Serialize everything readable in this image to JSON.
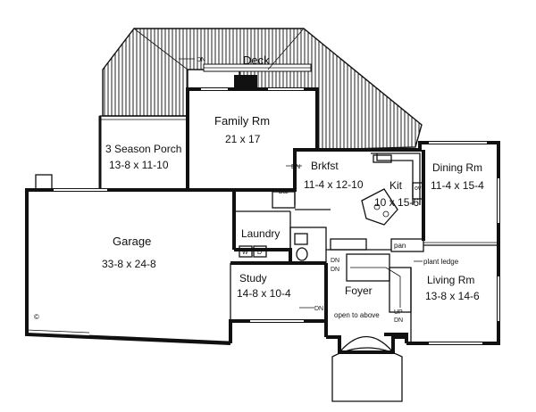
{
  "rooms": {
    "deck": {
      "name": "Deck"
    },
    "family": {
      "name": "Family Rm",
      "dims": "21 x 17"
    },
    "porch": {
      "name": "3 Season Porch",
      "dims": "13-8 x 11-10"
    },
    "breakfast": {
      "name": "Brkfst",
      "dims": "11-4 x 12-10"
    },
    "kitchen": {
      "name": "Kit",
      "dims": "10 x 15-6"
    },
    "dining": {
      "name": "Dining Rm",
      "dims": "11-4 x 15-4"
    },
    "garage": {
      "name": "Garage",
      "dims": "33-8 x 24-8"
    },
    "laundry": {
      "name": "Laundry"
    },
    "study": {
      "name": "Study",
      "dims": "14-8 x 10-4"
    },
    "foyer": {
      "name": "Foyer"
    },
    "living": {
      "name": "Living Rm",
      "dims": "13-8 x 14-6"
    }
  },
  "labels": {
    "bar": "bar",
    "oven": "ov",
    "pantry": "pan",
    "plant_ledge": "plant ledge",
    "open_to_above": "open to above",
    "washer": "W",
    "dryer": "D",
    "copyright": "©"
  },
  "stair_marks": {
    "dn": "DN",
    "up": "UP"
  }
}
